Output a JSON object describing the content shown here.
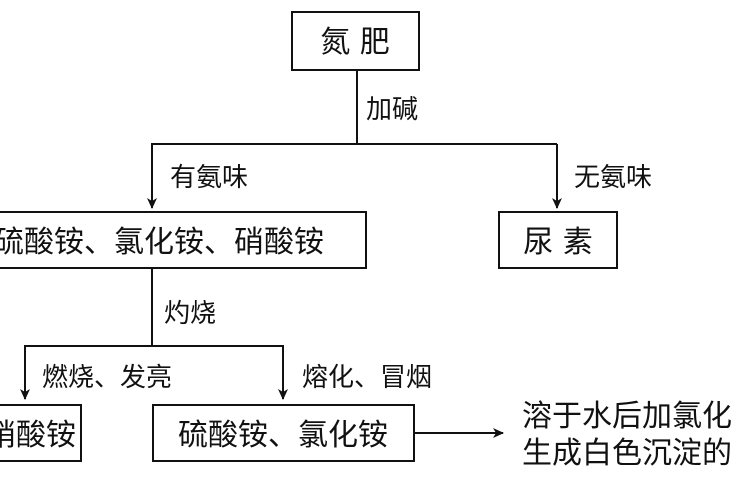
{
  "nodes": {
    "ammonium_fertilizer": "氮 肥",
    "group_three": "硫酸铵、氯化铵、硝酸铵",
    "urea": "尿 素",
    "ammonium_nitrate": "硝酸铵",
    "group_two": "硫酸铵、氯化铵"
  },
  "edges": {
    "add_alkali": "加碱",
    "ammonia_smell": "有氨味",
    "no_ammonia_smell": "无氨味",
    "ignite": "灼烧",
    "burns_bright": "燃烧、发亮",
    "melts_smokes": "熔化、冒烟"
  },
  "result_text": {
    "line1": "溶于水后加氯化",
    "line2": "生成白色沉淀的"
  },
  "colors": {
    "stroke": "#111111",
    "background": "#ffffff"
  }
}
